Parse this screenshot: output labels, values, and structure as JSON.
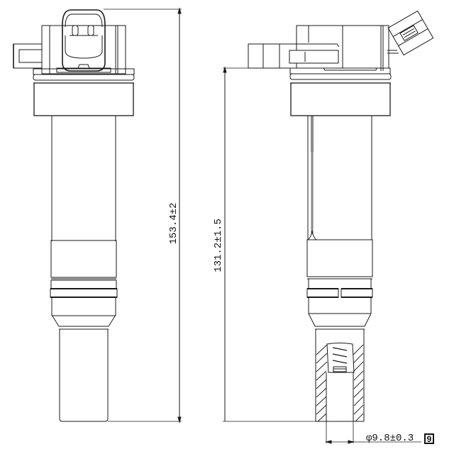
{
  "drawing": {
    "subject": "ignition coil",
    "views": [
      "front view",
      "side view (partial section)"
    ]
  },
  "dimensions": {
    "overall_length": "153.4±2",
    "body_length": "131.2±1.5",
    "boot_diameter": "φ9.8±0.3",
    "callout_number": "9"
  },
  "colors": {
    "line": "#1a1a1a",
    "background": "#ffffff"
  }
}
